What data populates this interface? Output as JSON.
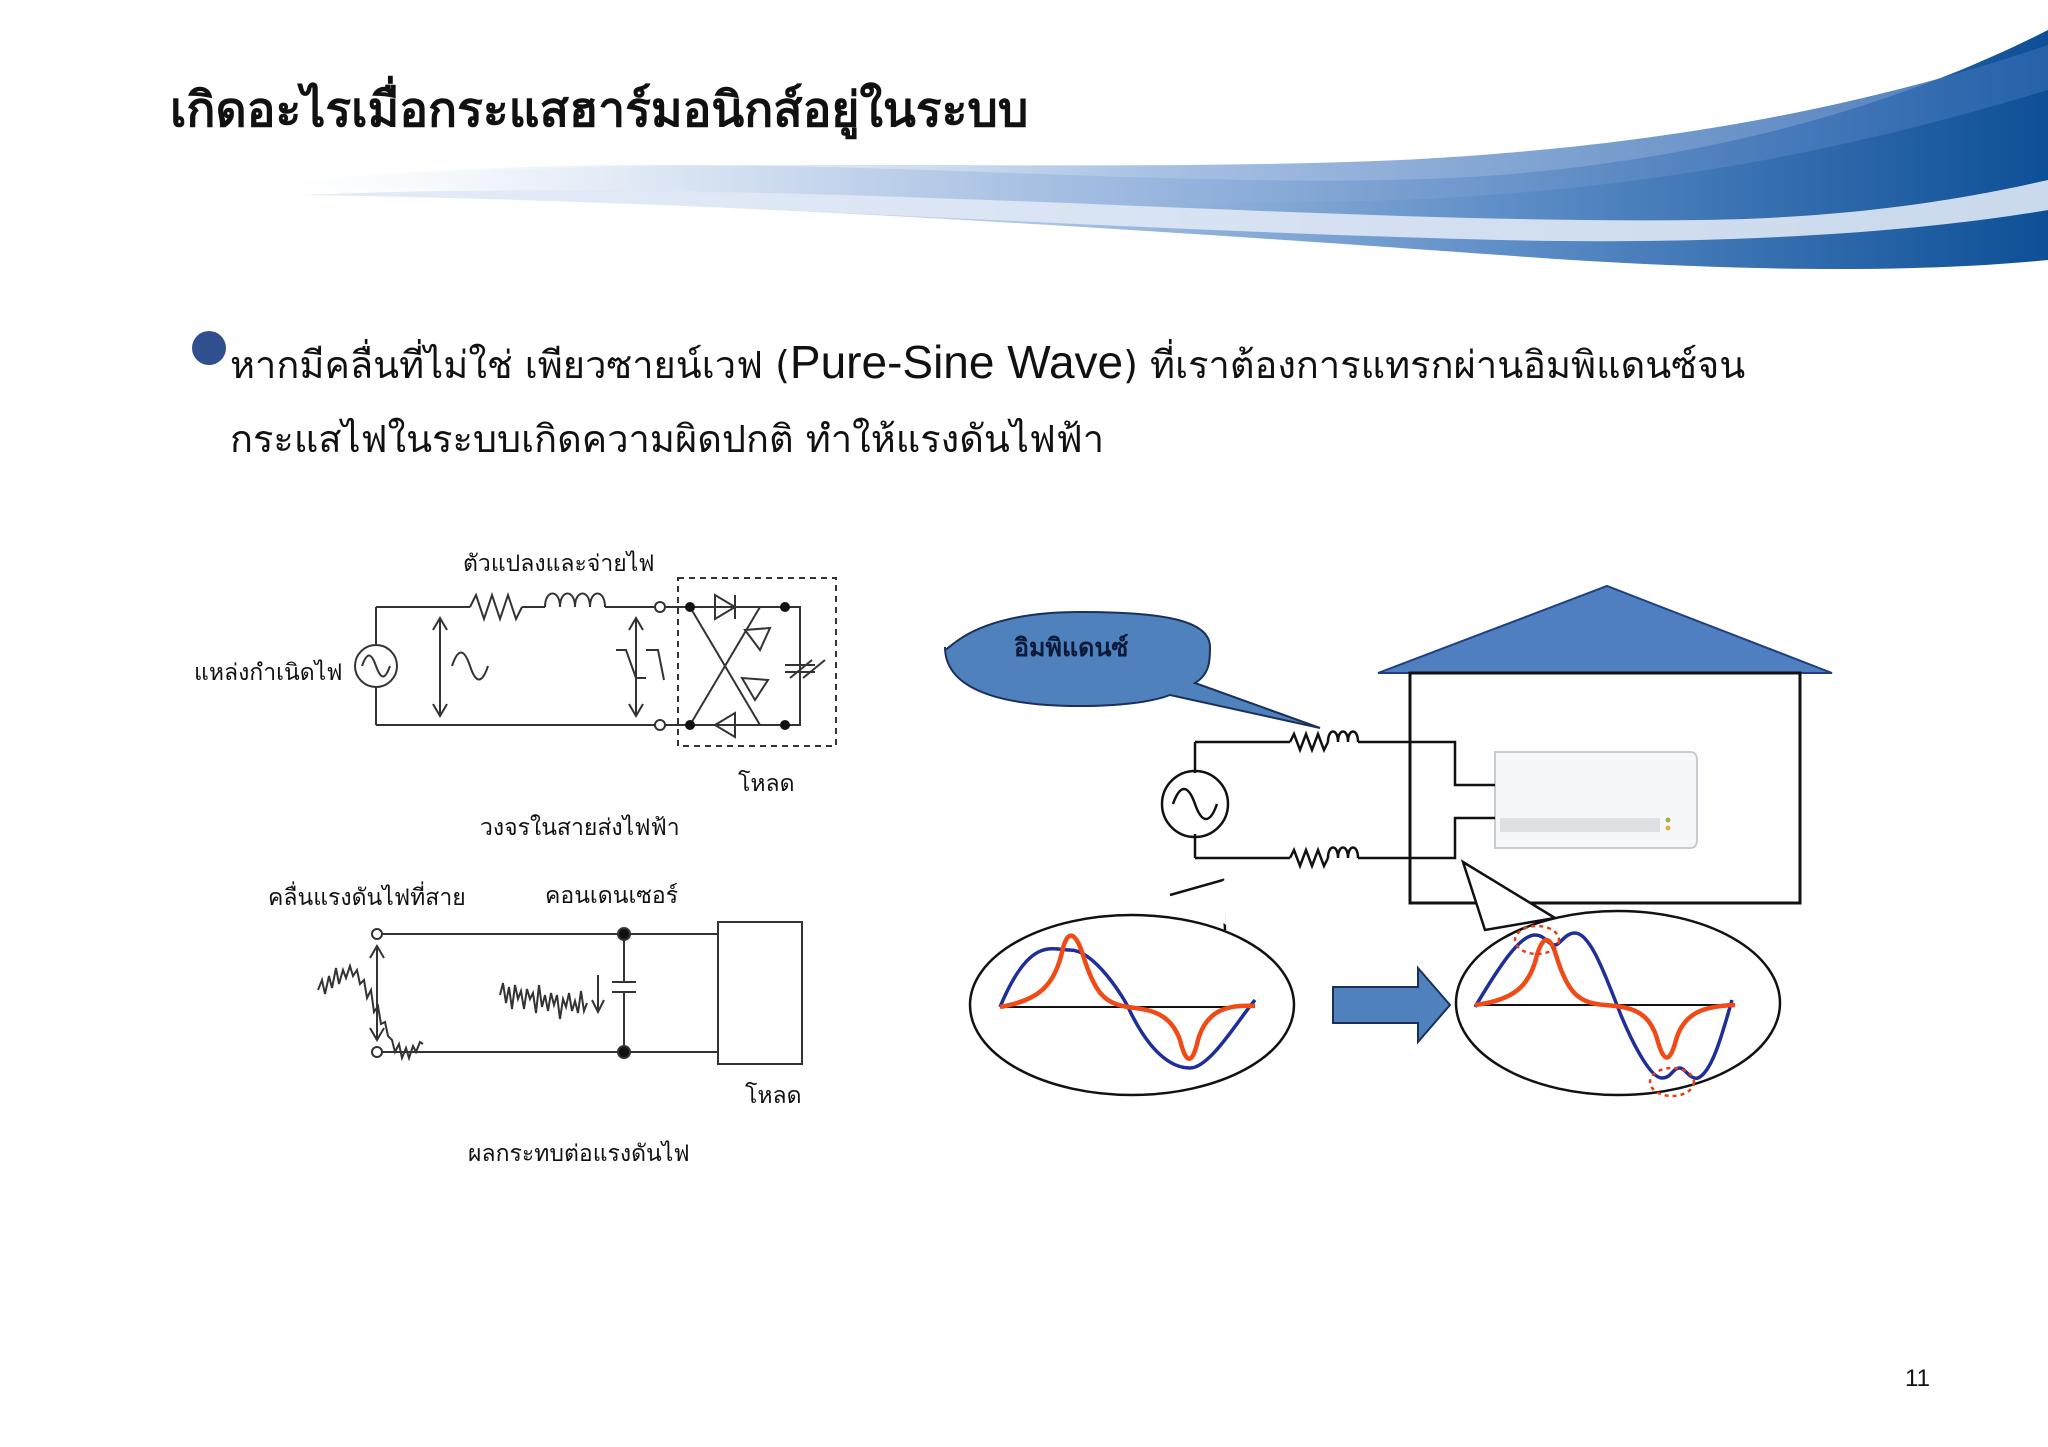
{
  "slide": {
    "title": "เกิดอะไรเมื่อกระแสฮาร์มอนิกส์อยู่ในระบบ",
    "bullet": {
      "text_before": "หากมีคลื่นที่ไม่ใช่ เพียวซายน์เวฟ (",
      "english_term": "Pure-Sine Wave",
      "text_after": ") ที่เราต้องการแทรกผ่านอิมพิแดนซ์จน",
      "line2": "กระแสไฟในระบบเกิดความผิดปกติ ทำให้แรงดันไฟฟ้า"
    },
    "left_diagram": {
      "converter_label": "ตัวแปลงและจ่ายไฟ",
      "source_label": "แหล่งกำเนิดไฟ",
      "load_label_top": "โหลด",
      "circuit_caption": "วงจรในสายส่งไฟฟ้า",
      "line_wave_label": "คลื่นแรงดันไฟที่สาย",
      "capacitor_label": "คอนเดนเซอร์",
      "load_label_bottom": "โหลด",
      "effect_caption": "ผลกระทบต่อแรงดันไฟ"
    },
    "right_diagram": {
      "impedance_label": "อิมพิแดนซ์"
    },
    "page_number": "11",
    "colors": {
      "banner_dark": "#0d4f97",
      "bubble_fill": "#4f81bd",
      "roof_fill": "#4f7fc1",
      "arrow_fill": "#4f81bd",
      "wave_blue": "#1f2f9a",
      "wave_orange": "#f04a16"
    }
  }
}
